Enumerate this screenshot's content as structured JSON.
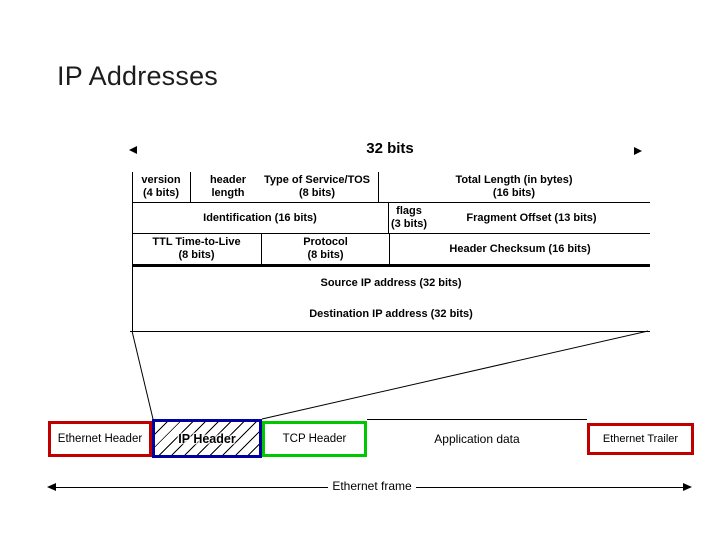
{
  "slide": {
    "title": "IP Addresses"
  },
  "ip_header_diagram": {
    "width_label": "32 bits",
    "fields": {
      "version": "version\n(4 bits)",
      "header_length": "header\nlength",
      "type_of_service": "Type of Service/TOS\n(8 bits)",
      "total_length": "Total Length (in bytes)\n(16 bits)",
      "identification": "Identification (16 bits)",
      "flags": "flags\n(3 bits)",
      "fragment_offset": "Fragment Offset (13 bits)",
      "ttl": "TTL Time-to-Live\n(8 bits)",
      "protocol": "Protocol\n(8 bits)",
      "header_checksum": "Header Checksum (16 bits)",
      "source_ip": "Source IP address (32 bits)",
      "destination_ip": "Destination IP address (32 bits)"
    }
  },
  "ethernet_frame_diagram": {
    "ethernet_header": "Ethernet Header",
    "ip_header": "IP Header",
    "tcp_header": "TCP Header",
    "application_data": "Application data",
    "ethernet_trailer": "Ethernet Trailer",
    "frame_label": "Ethernet frame"
  },
  "colors": {
    "ethernet_border": "#c00000",
    "ip_border": "#0000a0",
    "tcp_border": "#00c800",
    "line": "#000000"
  }
}
